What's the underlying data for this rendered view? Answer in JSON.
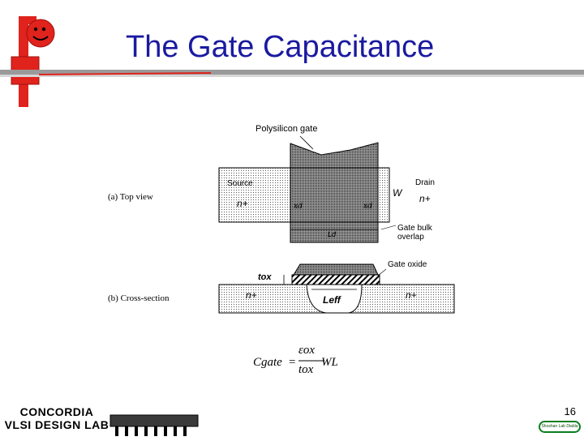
{
  "slide": {
    "title": "The Gate Capacitance",
    "page_number": "16",
    "lab_logo": {
      "line1": "CONCORDIA",
      "line2": "VLSI DESIGN LAB"
    },
    "badge_text": "Shoshan Lab Diabla"
  },
  "diagram": {
    "polysilicon_gate": "Polysilicon gate",
    "top_view_label": "(a) Top view",
    "cross_section_label": "(b) Cross-section",
    "source": "Source",
    "drain": "Drain",
    "n_plus": "n+",
    "w": "W",
    "x_d": "xd",
    "l_d": "Ld",
    "gate_bulk_overlap": "Gate bulk overlap",
    "gate_oxide": "Gate oxide",
    "t_ox": "tox",
    "l_eff": "Leff"
  },
  "formula": {
    "lhs": "Cgate",
    "eq": "=",
    "numerator": "εox",
    "denominator": "tox",
    "factor": "WL"
  },
  "colors": {
    "title": "#1a1aa0",
    "logo_red": "#e0231c",
    "rule": "#7a7a7a",
    "badge": "#0a7d1e"
  }
}
